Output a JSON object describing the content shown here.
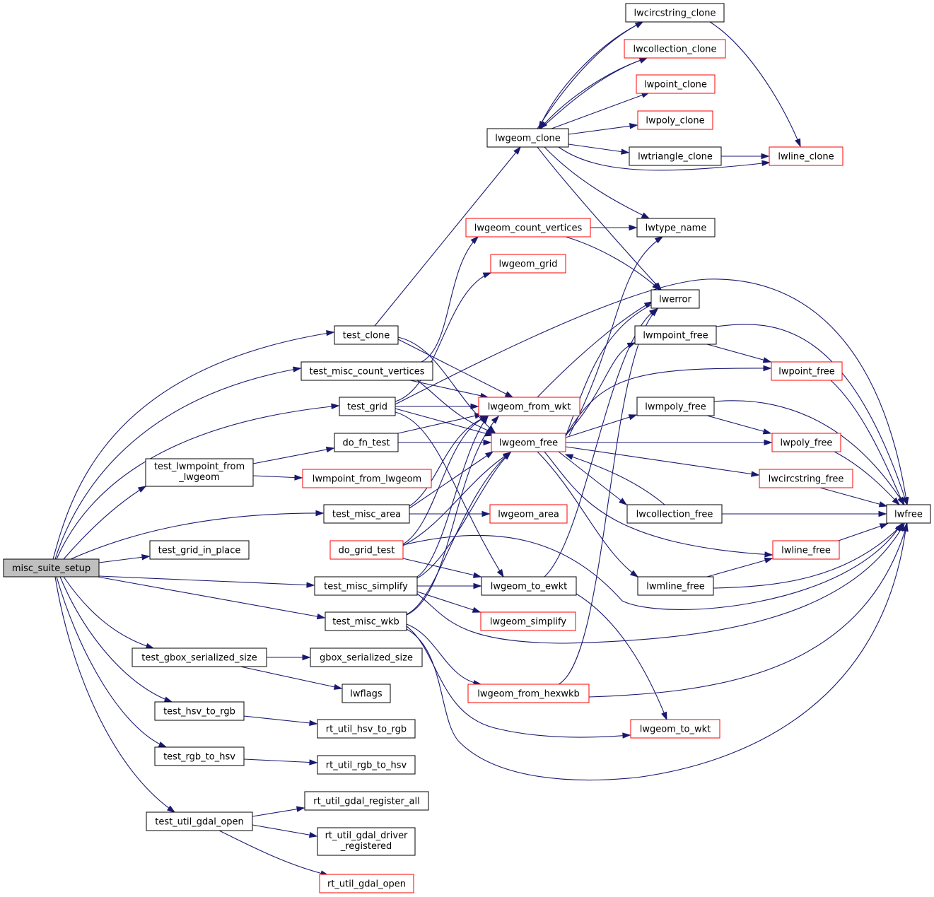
{
  "diagram": {
    "type": "call-graph",
    "colors": {
      "edge": "#191970",
      "border_normal": "#000000",
      "border_truncated": "#ff0000",
      "root_fill": "#bfbfbf",
      "node_fill": "#ffffff"
    },
    "nodes": {
      "misc_suite_setup": {
        "label": "misc_suite_setup",
        "style": "root"
      },
      "test_clone": {
        "label": "test_clone",
        "style": "normal"
      },
      "test_misc_count_vertices": {
        "label": "test_misc_count_vertices",
        "style": "normal"
      },
      "test_grid": {
        "label": "test_grid",
        "style": "normal"
      },
      "do_fn_test": {
        "label": "do_fn_test",
        "style": "normal"
      },
      "test_lwmpoint_from_lwgeom": {
        "label": [
          "test_lwmpoint_from",
          "_lwgeom"
        ],
        "style": "normal"
      },
      "test_misc_area": {
        "label": "test_misc_area",
        "style": "normal"
      },
      "test_grid_in_place": {
        "label": "test_grid_in_place",
        "style": "normal"
      },
      "do_grid_test": {
        "label": "do_grid_test",
        "style": "truncated"
      },
      "test_misc_simplify": {
        "label": "test_misc_simplify",
        "style": "normal"
      },
      "test_misc_wkb": {
        "label": "test_misc_wkb",
        "style": "normal"
      },
      "test_gbox_serialized_size": {
        "label": "test_gbox_serialized_size",
        "style": "normal"
      },
      "gbox_serialized_size": {
        "label": "gbox_serialized_size",
        "style": "normal"
      },
      "lwflags": {
        "label": "lwflags",
        "style": "normal"
      },
      "test_hsv_to_rgb": {
        "label": "test_hsv_to_rgb",
        "style": "normal"
      },
      "rt_util_hsv_to_rgb": {
        "label": "rt_util_hsv_to_rgb",
        "style": "normal"
      },
      "test_rgb_to_hsv": {
        "label": "test_rgb_to_hsv",
        "style": "normal"
      },
      "rt_util_rgb_to_hsv": {
        "label": "rt_util_rgb_to_hsv",
        "style": "normal"
      },
      "test_util_gdal_open": {
        "label": "test_util_gdal_open",
        "style": "normal"
      },
      "rt_util_gdal_register_all": {
        "label": "rt_util_gdal_register_all",
        "style": "normal"
      },
      "rt_util_gdal_driver_registered": {
        "label": [
          "rt_util_gdal_driver",
          "_registered"
        ],
        "style": "normal"
      },
      "rt_util_gdal_open": {
        "label": "rt_util_gdal_open",
        "style": "truncated"
      },
      "lwgeom_clone": {
        "label": "lwgeom_clone",
        "style": "normal"
      },
      "lwcircstring_clone": {
        "label": "lwcircstring_clone",
        "style": "normal"
      },
      "lwcollection_clone": {
        "label": "lwcollection_clone",
        "style": "truncated"
      },
      "lwpoint_clone": {
        "label": "lwpoint_clone",
        "style": "truncated"
      },
      "lwpoly_clone": {
        "label": "lwpoly_clone",
        "style": "truncated"
      },
      "lwtriangle_clone": {
        "label": "lwtriangle_clone",
        "style": "normal"
      },
      "lwline_clone": {
        "label": "lwline_clone",
        "style": "truncated"
      },
      "lwgeom_count_vertices": {
        "label": "lwgeom_count_vertices",
        "style": "truncated"
      },
      "lwtype_name": {
        "label": "lwtype_name",
        "style": "normal"
      },
      "lwgeom_grid": {
        "label": "lwgeom_grid",
        "style": "truncated"
      },
      "lwerror": {
        "label": "lwerror",
        "style": "normal"
      },
      "lwmpoint_free": {
        "label": "lwmpoint_free",
        "style": "normal"
      },
      "lwpoint_free": {
        "label": "lwpoint_free",
        "style": "truncated"
      },
      "lwgeom_from_wkt": {
        "label": "lwgeom_from_wkt",
        "style": "truncated"
      },
      "lwmpoly_free": {
        "label": "lwmpoly_free",
        "style": "normal"
      },
      "lwgeom_free": {
        "label": "lwgeom_free",
        "style": "truncated"
      },
      "lwpoly_free": {
        "label": "lwpoly_free",
        "style": "truncated"
      },
      "lwmpoint_from_lwgeom": {
        "label": "lwmpoint_from_lwgeom",
        "style": "truncated"
      },
      "lwcircstring_free": {
        "label": "lwcircstring_free",
        "style": "truncated"
      },
      "lwgeom_area": {
        "label": "lwgeom_area",
        "style": "truncated"
      },
      "lwcollection_free": {
        "label": "lwcollection_free",
        "style": "normal"
      },
      "lwfree": {
        "label": "lwfree",
        "style": "normal"
      },
      "lwline_free": {
        "label": "lwline_free",
        "style": "truncated"
      },
      "lwgeom_to_ewkt": {
        "label": "lwgeom_to_ewkt",
        "style": "normal"
      },
      "lwmline_free": {
        "label": "lwmline_free",
        "style": "normal"
      },
      "lwgeom_simplify": {
        "label": "lwgeom_simplify",
        "style": "truncated"
      },
      "lwgeom_from_hexwkb": {
        "label": "lwgeom_from_hexwkb",
        "style": "truncated"
      },
      "lwgeom_to_wkt": {
        "label": "lwgeom_to_wkt",
        "style": "truncated"
      }
    }
  }
}
